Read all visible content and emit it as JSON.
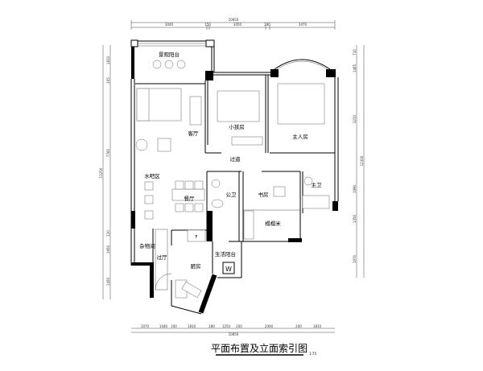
{
  "title": "平面布置及立面索引图",
  "scale": "1:75",
  "rooms": {
    "balcony": "景观阳台",
    "living": "客厅",
    "kids_room": "小孩房",
    "master_bedroom": "主人房",
    "corridor": "过道",
    "water_bar": "水吧区",
    "dining": "餐厅",
    "public_bath": "公卫",
    "study": "书房",
    "master_bath": "主卫",
    "tatami": "榻榻米",
    "storage": "杂物间",
    "foyer": "过厅",
    "kitchen": "厨房",
    "service_balcony": "生活阳台",
    "washer": "W",
    "fridge": "F"
  },
  "dimensions": {
    "top_total": "10850",
    "top": [
      "3040",
      "150",
      "3050",
      "280",
      "3470"
    ],
    "bottom": [
      "1070",
      "1040",
      "100",
      "1810",
      "280",
      "1250",
      "200",
      "2000",
      "200",
      "1810"
    ],
    "bottom_total": "10850",
    "left": [
      "1810",
      "205",
      "7760",
      "120",
      "1950",
      "1450"
    ],
    "left_total": "13250",
    "right": [
      "710",
      "1465",
      "3210",
      "1990",
      "1350",
      "1970"
    ],
    "right_total": "12300"
  }
}
